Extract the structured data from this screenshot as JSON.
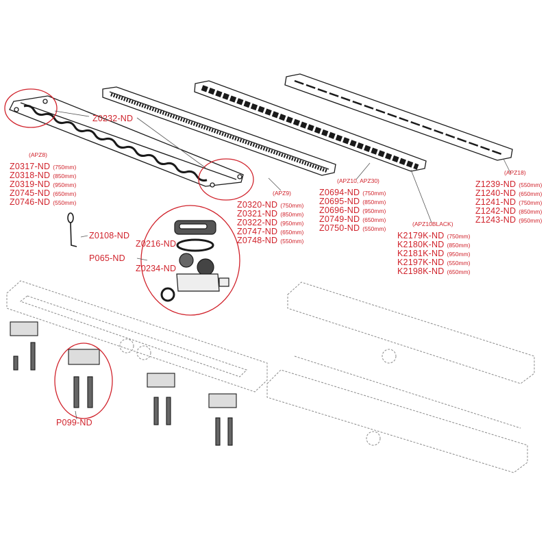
{
  "colors": {
    "accent": "#d0212a",
    "line": "#1a1a1a",
    "dashed": "#8a8a8a"
  },
  "groups": {
    "apz8": {
      "tag": "(APZ8)",
      "items": [
        {
          "code": "Z0317-ND",
          "size": "(750mm)"
        },
        {
          "code": "Z0318-ND",
          "size": "(850mm)"
        },
        {
          "code": "Z0319-ND",
          "size": "(950mm)"
        },
        {
          "code": "Z0745-ND",
          "size": "(650mm)"
        },
        {
          "code": "Z0746-ND",
          "size": "(550mm)"
        }
      ]
    },
    "apz9": {
      "tag": "(APZ9)",
      "items": [
        {
          "code": "Z0320-ND",
          "size": "(750mm)"
        },
        {
          "code": "Z0321-ND",
          "size": "(850mm)"
        },
        {
          "code": "Z0322-ND",
          "size": "(950mm)"
        },
        {
          "code": "Z0747-ND",
          "size": "(650mm)"
        },
        {
          "code": "Z0748-ND",
          "size": "(550mm)"
        }
      ]
    },
    "apz10": {
      "tag": "(APZ10, APZ30)",
      "items": [
        {
          "code": "Z0694-ND",
          "size": "(750mm)"
        },
        {
          "code": "Z0695-ND",
          "size": "(850mm)"
        },
        {
          "code": "Z0696-ND",
          "size": "(950mm)"
        },
        {
          "code": "Z0749-ND",
          "size": "(650mm)"
        },
        {
          "code": "Z0750-ND",
          "size": "(550mm)"
        }
      ]
    },
    "apz10black": {
      "tag": "(APZ10BLACK)",
      "items": [
        {
          "code": "K2179K-ND",
          "size": "(750mm)"
        },
        {
          "code": "K2180K-ND",
          "size": "(850mm)"
        },
        {
          "code": "K2181K-ND",
          "size": "(950mm)"
        },
        {
          "code": "K2197K-ND",
          "size": "(550mm)"
        },
        {
          "code": "K2198K-ND",
          "size": "(650mm)"
        }
      ]
    },
    "apz18": {
      "tag": "(APZ18)",
      "items": [
        {
          "code": "Z1239-ND",
          "size": "(550mm)"
        },
        {
          "code": "Z1240-ND",
          "size": "(650mm)"
        },
        {
          "code": "Z1241-ND",
          "size": "(750mm)"
        },
        {
          "code": "Z1242-ND",
          "size": "(850mm)"
        },
        {
          "code": "Z1243-ND",
          "size": "(950mm)"
        }
      ]
    }
  },
  "callouts": {
    "z0232": "Z0232-ND",
    "z0108": "Z0108-ND",
    "p065": "P065-ND",
    "z0216": "Z0216-ND",
    "z0234": "Z0234-ND",
    "p099": "P099-ND"
  }
}
